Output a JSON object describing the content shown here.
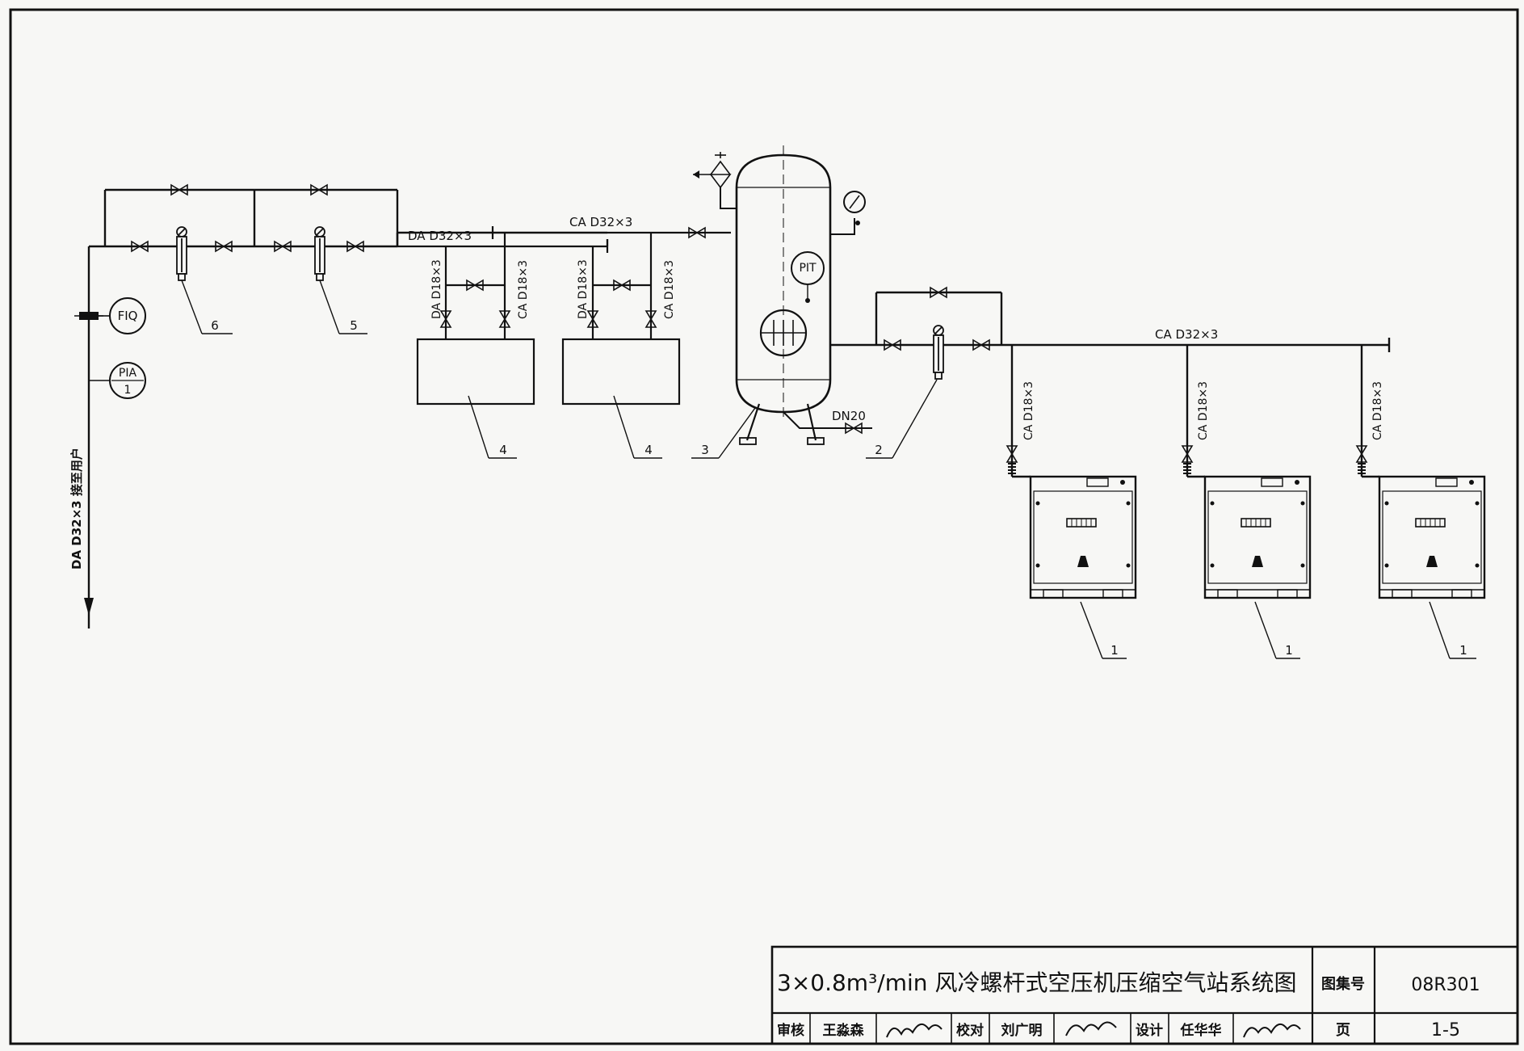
{
  "labels": {
    "da_main": "DA D32×3",
    "ca_main_top": "CA D32×3",
    "ca_main_right": "CA D32×3",
    "da_branch": "DA D18×3",
    "ca_branch": "CA D18×3",
    "ca_branch_comp": "CA D18×3",
    "drain": "DN20",
    "outlet": "DA D32×3 接至用户",
    "fiq": "FIQ",
    "pia": "PIA",
    "pia_no": "1",
    "pit": "PIT"
  },
  "callouts": {
    "c1": "1",
    "c2": "2",
    "c3": "3",
    "c4": "4",
    "c5": "5",
    "c6": "6"
  },
  "title_block": {
    "title": "3×0.8m³/min 风冷螺杆式空压机压缩空气站系统图",
    "atlas_label": "图集号",
    "atlas_no": "08R301",
    "review_label": "审核",
    "review_name": "王淼森",
    "check_label": "校对",
    "check_name": "刘广明",
    "design_label": "设计",
    "design_name": "任华华",
    "page_label": "页",
    "page_no": "1-5"
  },
  "colors": {
    "line": "#111111",
    "paper": "#f7f7f5"
  }
}
